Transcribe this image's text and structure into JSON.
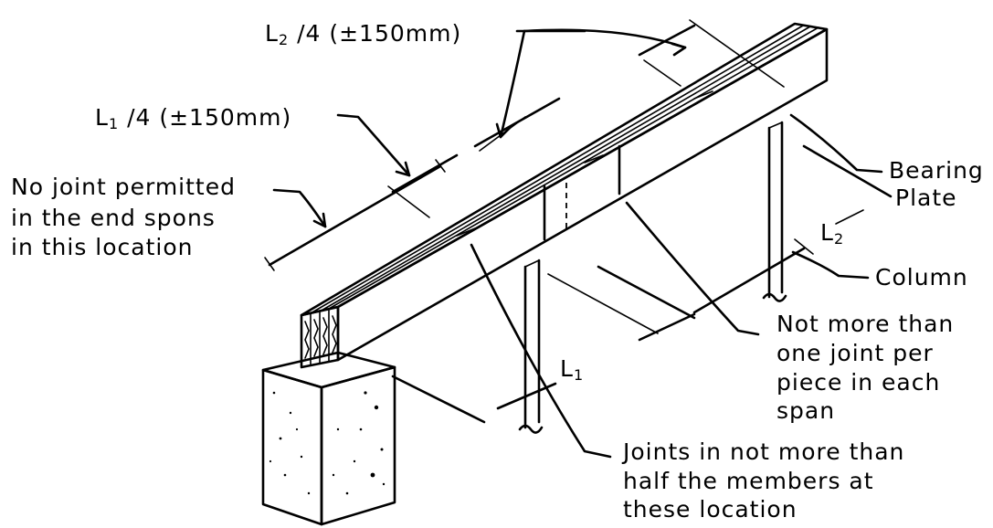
{
  "labels": {
    "l2_quarter": "L2 /4  (±150mm)",
    "l1_quarter": "L1 /4  (±150mm)",
    "no_joint": [
      "No joint permitted",
      "in the end spons",
      "in this location"
    ],
    "bearing_plate": [
      "Bearing",
      "Plate"
    ],
    "l2": "L2",
    "column": "Column",
    "not_more": [
      "Not more than",
      "one joint per",
      "piece in each",
      "span"
    ],
    "l1": "L1",
    "joints": [
      "Joints in not more than",
      "half the members at",
      "these location"
    ]
  }
}
